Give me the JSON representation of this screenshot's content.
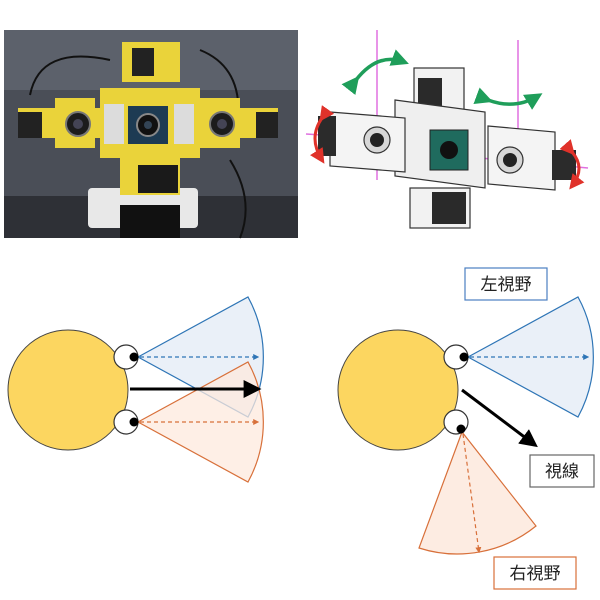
{
  "labels": {
    "left_view": "左視野",
    "gaze": "視線",
    "right_view": "右視野"
  },
  "photo": {
    "alt": ""
  },
  "colors": {
    "head": "#fcd660",
    "left_fov_fill": "#e8eef7",
    "left_fov_stroke": "#2e75b6",
    "right_fov_fill": "#fde9dd",
    "right_fov_stroke": "#d8703a",
    "gaze_arrow": "#000000",
    "robot_yellow": "#ead33a",
    "rotation_green": "#1f9e5a",
    "rotation_red": "#e0322a",
    "axis_magenta": "#e070e0"
  }
}
